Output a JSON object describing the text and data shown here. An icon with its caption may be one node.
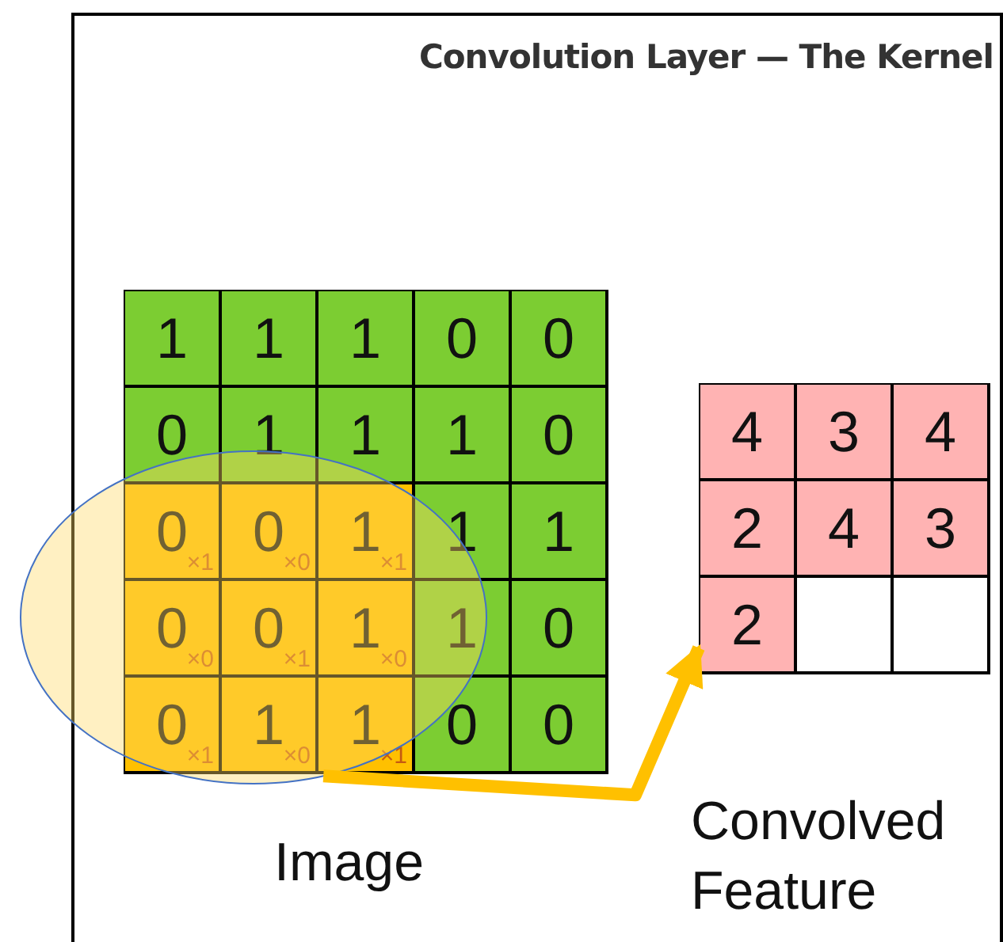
{
  "diagram": {
    "title": "Convolution Layer — The Kernel",
    "nodes": [
      {
        "text": [
          "Image"
        ]
      },
      {
        "text": [
          "1"
        ],
        "in": 0
      },
      {
        "text": [
          "1"
        ],
        "in": 0
      },
      {
        "text": [
          "1"
        ],
        "in": 0
      },
      {
        "text": [
          "0"
        ],
        "in": 0
      },
      {
        "text": [
          "0"
        ],
        "in": 0
      },
      {
        "text": [
          "0"
        ],
        "in": 0
      },
      {
        "text": [
          "1"
        ],
        "in": 0
      },
      {
        "text": [
          "1"
        ],
        "in": 0
      },
      {
        "text": [
          "1"
        ],
        "in": 0
      },
      {
        "text": [
          "0"
        ],
        "in": 0
      },
      {
        "text": [
          "0",
          "×1"
        ]
      },
      {
        "text": [
          "0",
          "×0"
        ]
      },
      {
        "text": [
          "1",
          "×1"
        ]
      },
      {
        "text": [
          "1"
        ],
        "in": 0
      },
      {
        "text": [
          "1"
        ],
        "in": 0
      },
      {
        "text": [
          "0",
          "×0"
        ]
      },
      {
        "text": [
          "0",
          "×1"
        ]
      },
      {
        "text": [
          "1",
          "×0"
        ]
      },
      {
        "text": [
          "1"
        ],
        "in": 0
      },
      {
        "text": [
          "0"
        ],
        "in": 0
      },
      {
        "text": [
          "0",
          "×1"
        ]
      },
      {
        "text": [
          "1",
          "×0"
        ]
      },
      {
        "text": [
          "1",
          "×1"
        ]
      },
      {
        "text": [
          "0"
        ],
        "in": 0
      },
      {
        "text": [
          "0"
        ],
        "in": 0
      },
      {
        "text": [],
        "shape": "ellipse"
      },
      {
        "text": [
          "Convolved Feature"
        ]
      },
      {
        "text": [
          "4"
        ],
        "in": 27
      },
      {
        "text": [
          "3"
        ],
        "in": 27
      },
      {
        "text": [
          "4"
        ],
        "in": 27
      },
      {
        "text": [
          "2"
        ],
        "in": 27
      },
      {
        "text": [
          "4"
        ],
        "in": 27
      },
      {
        "text": [
          "3"
        ],
        "in": 27
      },
      {
        "text": [
          "2"
        ],
        "in": 27
      },
      {
        "text": [],
        "shape": "box",
        "in": 27
      },
      {
        "text": [],
        "shape": "box",
        "in": 27
      }
    ],
    "edges": [
      {
        "from": 26,
        "to": 34,
        "arrow": "to",
        "color": "#ffc000"
      }
    ]
  }
}
